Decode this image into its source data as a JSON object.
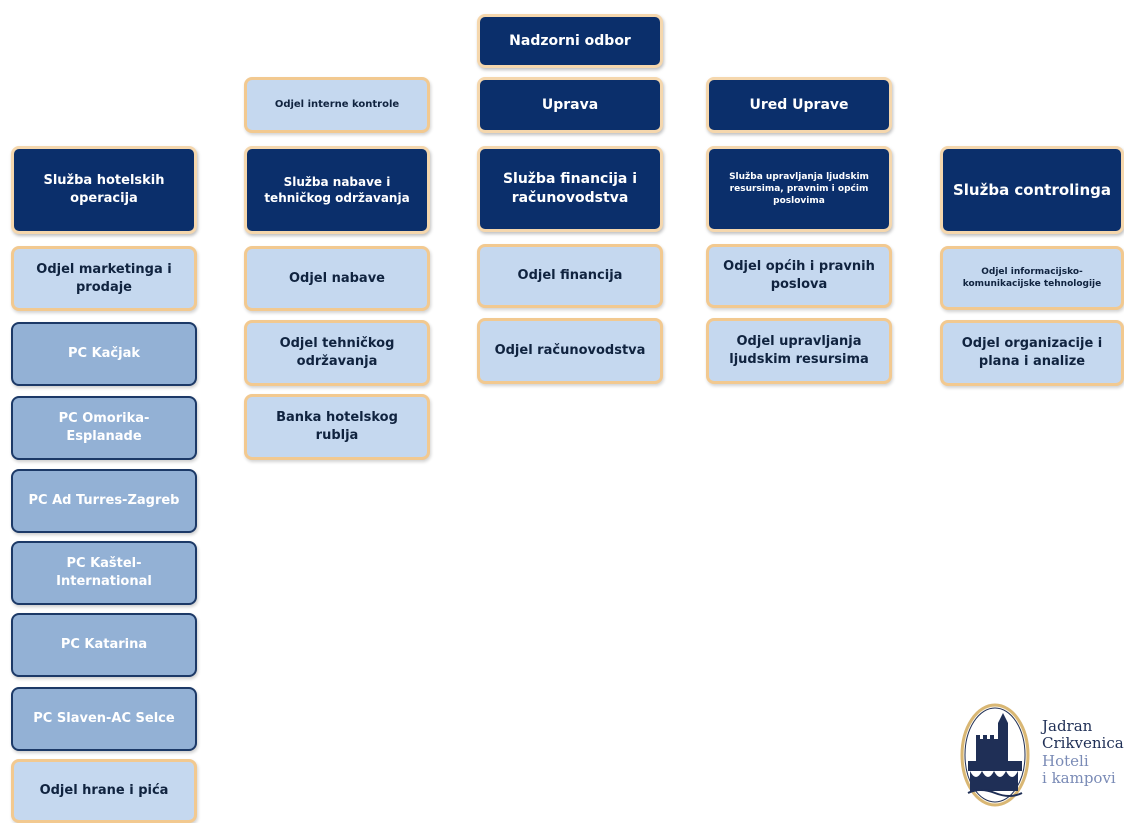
{
  "org_chart": {
    "top": {
      "nadzorni_odbor": "Nadzorni odbor",
      "uprava": "Uprava",
      "ured_uprave": "Ured Uprave",
      "odjel_interne_kontrole": "Odjel interne kontrole"
    },
    "col1": {
      "header": "Služba hotelskih operacija",
      "items": [
        "Odjel marketinga i prodaje",
        "PC Kačjak",
        "PC Omorika-Esplanade",
        "PC Ad Turres-Zagreb",
        "PC Kaštel-International",
        "PC Katarina",
        "PC Slaven-AC Selce",
        "Odjel hrane i pića"
      ]
    },
    "col2": {
      "header": "Služba nabave i tehničkog održavanja",
      "items": [
        "Odjel nabave",
        "Odjel tehničkog održavanja",
        "Banka hotelskog rublja"
      ]
    },
    "col3": {
      "header": "Služba financija i računovodstva",
      "items": [
        "Odjel financija",
        "Odjel računovodstva"
      ]
    },
    "col4": {
      "header": "Služba upravljanja ljudskim resursima, pravnim i općim poslovima",
      "items": [
        "Odjel općih i pravnih poslova",
        "Odjel upravljanja ljudskim resursima"
      ]
    },
    "col5": {
      "header": "Služba controlinga",
      "items": [
        "Odjel informacijsko-komunikacijske tehnologije",
        "Odjel organizacije i plana i analize"
      ]
    }
  },
  "logo": {
    "line1": "Jadran",
    "line2": "Crikvenica",
    "line3": "Hoteli",
    "line4": "i kampovi"
  },
  "colors": {
    "dark_box": "#0b2f6b",
    "light_box": "#c5d8ef",
    "pc_box": "#93b1d5",
    "orange_border": "#f2c990"
  }
}
